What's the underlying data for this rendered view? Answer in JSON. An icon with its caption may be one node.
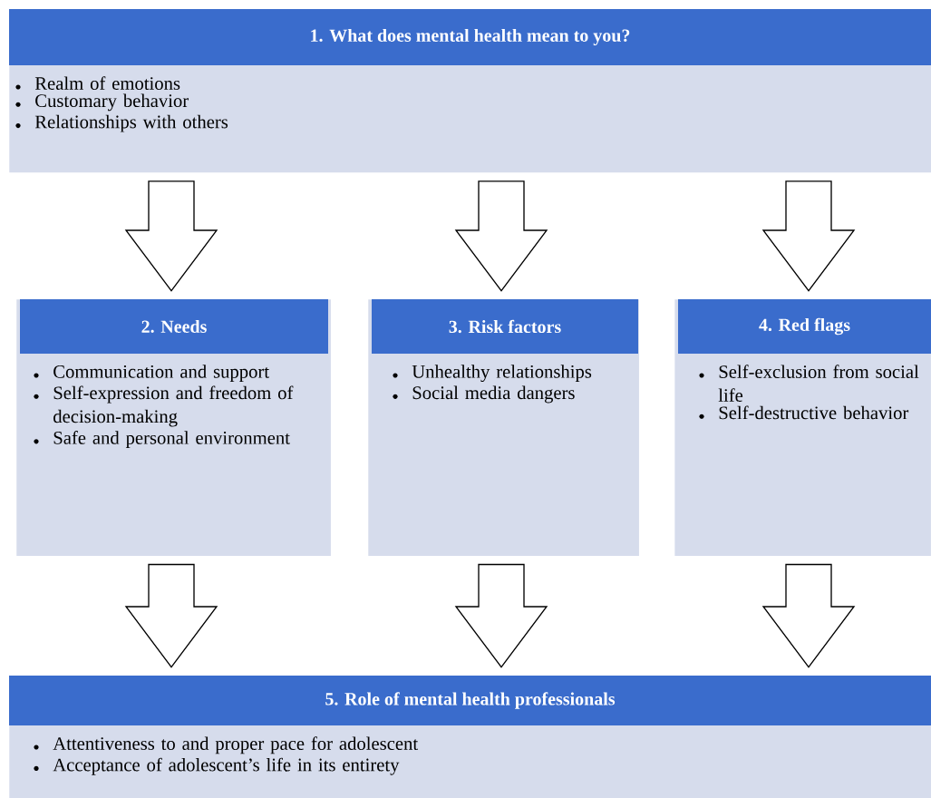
{
  "diagram": {
    "nodes": [
      {
        "text": [
          "1. What does mental health mean to you?",
          "Realm of emotions",
          "Customary behavior",
          "Relationships with others"
        ]
      },
      {
        "text": [
          "2. Needs",
          "Communication and support",
          "Self-expression and freedom of decision-making",
          "Safe and personal environment"
        ]
      },
      {
        "text": [
          "3. Risk factors",
          "Unhealthy relationships",
          "Social media dangers"
        ]
      },
      {
        "text": [
          "4. Red flags",
          "Self-exclusion from social life",
          "Self-destructive behavior"
        ]
      },
      {
        "text": [
          "5. Role of mental health professionals",
          "Attentiveness to and proper pace for adolescent",
          "Acceptance of adolescent’s life in its entirety"
        ]
      }
    ],
    "edges": [
      {
        "from": 0,
        "to": 1,
        "arrow": "to"
      },
      {
        "from": 0,
        "to": 2,
        "arrow": "to"
      },
      {
        "from": 0,
        "to": 3,
        "arrow": "to"
      },
      {
        "from": 1,
        "to": 4,
        "arrow": "to"
      },
      {
        "from": 2,
        "to": 4,
        "arrow": "to"
      },
      {
        "from": 3,
        "to": 4,
        "arrow": "to"
      }
    ]
  }
}
